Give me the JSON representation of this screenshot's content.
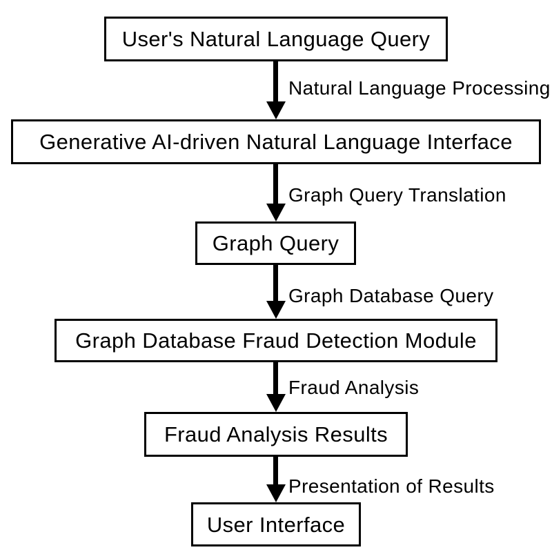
{
  "figure": {
    "type": "flowchart",
    "background_color": "#ffffff",
    "stroke_color": "#000000",
    "text_color": "#000000",
    "direction": "top-down"
  },
  "flowchart": {
    "nodes": [
      {
        "id": "users-natural-language-query",
        "label": "User's Natural Language Query"
      },
      {
        "id": "generative-ai-interface",
        "label": "Generative AI-driven Natural Language Interface"
      },
      {
        "id": "graph-query",
        "label": "Graph Query"
      },
      {
        "id": "graph-database-fraud-detection-module",
        "label": "Graph Database Fraud Detection Module"
      },
      {
        "id": "fraud-analysis-results",
        "label": "Fraud Analysis Results"
      },
      {
        "id": "user-interface",
        "label": "User Interface"
      }
    ],
    "edges": [
      {
        "from": "users-natural-language-query",
        "to": "generative-ai-interface",
        "label": "Natural Language Processing"
      },
      {
        "from": "generative-ai-interface",
        "to": "graph-query",
        "label": "Graph Query Translation"
      },
      {
        "from": "graph-query",
        "to": "graph-database-fraud-detection-module",
        "label": "Graph Database Query"
      },
      {
        "from": "graph-database-fraud-detection-module",
        "to": "fraud-analysis-results",
        "label": "Fraud Analysis"
      },
      {
        "from": "fraud-analysis-results",
        "to": "user-interface",
        "label": "Presentation of Results"
      }
    ]
  }
}
